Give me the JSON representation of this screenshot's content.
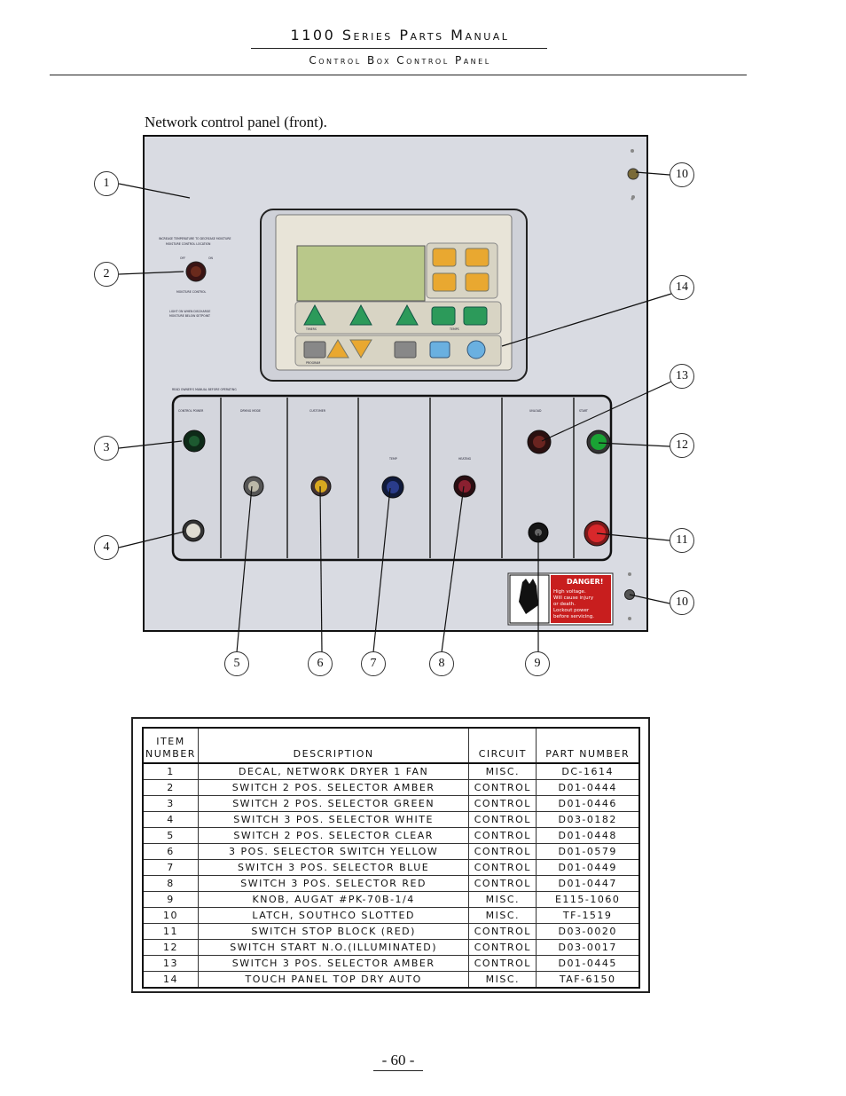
{
  "header": {
    "title": "1100 Series Parts Manual",
    "subtitle": "Control Box Control Panel"
  },
  "caption": "Network control panel (front).",
  "callouts": [
    "1",
    "2",
    "3",
    "4",
    "5",
    "6",
    "7",
    "8",
    "9",
    "10",
    "10",
    "11",
    "12",
    "13",
    "14"
  ],
  "panel": {
    "danger_title": "DANGER!",
    "danger_text": [
      "High voltage.",
      "Will cause injury",
      "or death.",
      "Lockout power",
      "before servicing."
    ],
    "screen_labels": [
      "TIMERS",
      "TEMPS",
      "PROGRAM"
    ],
    "section_labels": [
      "CONTROL POWER",
      "DRYING MODE",
      "CUSTOMER",
      "TEMP",
      "HEATING",
      "UNLOAD",
      "START"
    ],
    "colors": {
      "panel_bg": "#d9dbe2",
      "amber": "#e9a830",
      "green_led": "#1aa334",
      "red_button": "#d8282b",
      "screen": "#b9c88a",
      "danger_red": "#c81e1e"
    }
  },
  "table": {
    "headers": {
      "item_line1": "ITEM",
      "item_line2": "NUMBER",
      "description": "DESCRIPTION",
      "circuit": "CIRCUIT",
      "part_number": "PART NUMBER"
    },
    "rows": [
      {
        "item": "1",
        "description": "DECAL, NETWORK DRYER 1 FAN",
        "circuit": "MISC.",
        "part": "DC-1614"
      },
      {
        "item": "2",
        "description": "SWITCH 2 POS. SELECTOR AMBER",
        "circuit": "CONTROL",
        "part": "D01-0444"
      },
      {
        "item": "3",
        "description": "SWITCH 2 POS. SELECTOR GREEN",
        "circuit": "CONTROL",
        "part": "D01-0446"
      },
      {
        "item": "4",
        "description": "SWITCH 3 POS. SELECTOR WHITE",
        "circuit": "CONTROL",
        "part": "D03-0182"
      },
      {
        "item": "5",
        "description": "SWITCH 2 POS. SELECTOR CLEAR",
        "circuit": "CONTROL",
        "part": "D01-0448"
      },
      {
        "item": "6",
        "description": "3 POS. SELECTOR SWITCH YELLOW",
        "circuit": "CONTROL",
        "part": "D01-0579"
      },
      {
        "item": "7",
        "description": "SWITCH 3 POS. SELECTOR BLUE",
        "circuit": "CONTROL",
        "part": "D01-0449"
      },
      {
        "item": "8",
        "description": "SWITCH 3 POS. SELECTOR RED",
        "circuit": "CONTROL",
        "part": "D01-0447"
      },
      {
        "item": "9",
        "description": "KNOB, AUGAT #PK-70B-1/4",
        "circuit": "MISC.",
        "part": "E115-1060"
      },
      {
        "item": "10",
        "description": "LATCH, SOUTHCO SLOTTED",
        "circuit": "MISC.",
        "part": "TF-1519"
      },
      {
        "item": "11",
        "description": "SWITCH STOP BLOCK (RED)",
        "circuit": "CONTROL",
        "part": "D03-0020"
      },
      {
        "item": "12",
        "description": "SWITCH START N.O.(ILLUMINATED)",
        "circuit": "CONTROL",
        "part": "D03-0017"
      },
      {
        "item": "13",
        "description": "SWITCH 3 POS. SELECTOR AMBER",
        "circuit": "CONTROL",
        "part": "D01-0445"
      },
      {
        "item": "14",
        "description": "TOUCH PANEL TOP DRY AUTO",
        "circuit": "MISC.",
        "part": "TAF-6150"
      }
    ]
  },
  "page_number": "- 60 -"
}
